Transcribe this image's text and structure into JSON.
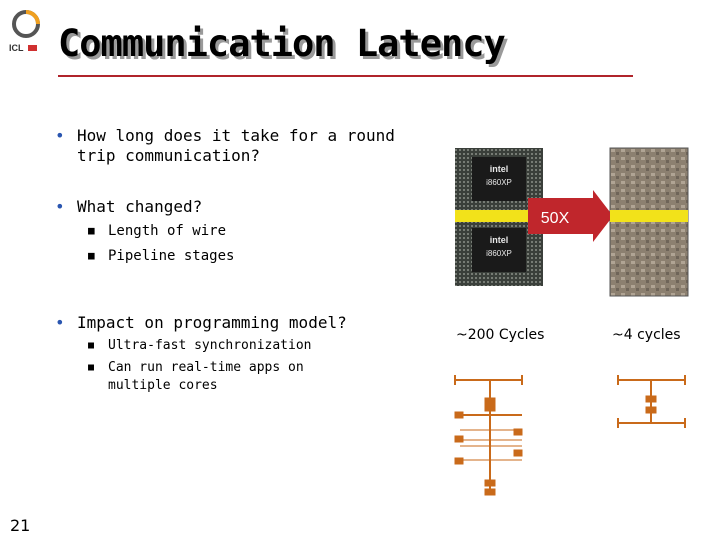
{
  "slide": {
    "title": "Communication Latency",
    "page_number": "21",
    "logo_text": "ICL"
  },
  "bullets": [
    {
      "text": "How long does it take for a round trip communication?"
    },
    {
      "text": "What changed?",
      "subs": [
        "Length of wire",
        "Pipeline stages"
      ]
    },
    {
      "text": "Impact on programming model?",
      "subs": [
        "Ultra-fast synchronization",
        "Can run real-time apps on multiple cores"
      ]
    }
  ],
  "figure": {
    "chip_label": "i860XP",
    "arrow_label": "50X",
    "left_caption": "~200 Cycles",
    "right_caption": "~4 cycles"
  },
  "colors": {
    "title_rule": "#b0242b",
    "bullet": "#2a56b0",
    "arrow_yellow": "#f2e21a",
    "arrow_red": "#c0262c",
    "pipeline": "#c96a1a"
  }
}
